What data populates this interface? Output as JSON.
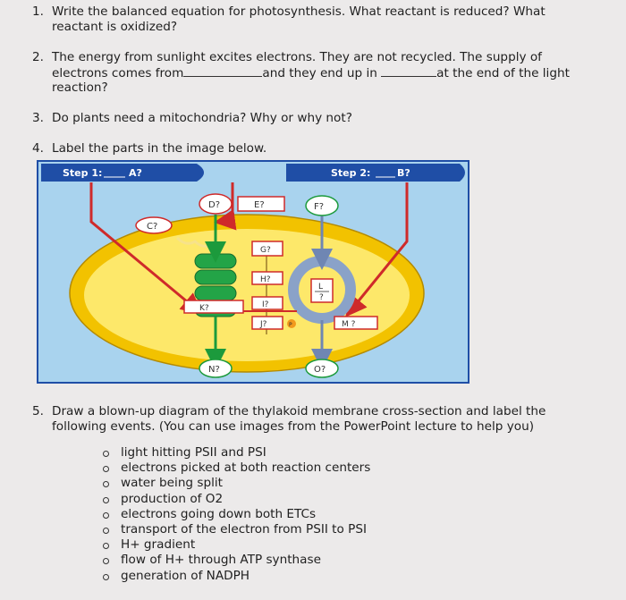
{
  "questions": {
    "q1": {
      "number": "1.",
      "line1": "Write the balanced equation for photosynthesis. What reactant is reduced? What",
      "line2": "reactant is oxidized?"
    },
    "q2": {
      "number": "2.",
      "line1": "The energy from sunlight excites electrons. They are not recycled. The supply of",
      "line2_a": "electrons comes from",
      "line2_b": "and they end up in",
      "line2_c": "at the end of the light",
      "line3": "reaction?"
    },
    "q3": {
      "number": "3.",
      "text": "Do plants need a mitochondria? Why or why not?"
    },
    "q4": {
      "number": "4.",
      "text": "Label the parts in the image below."
    },
    "q5": {
      "number": "5.",
      "line1": "Draw a blown-up diagram of the thylakoid membrane cross-section and label the",
      "line2": "following events. (You can use images from the PowerPoint lecture to help you)"
    }
  },
  "diagram": {
    "step1": "Step 1:",
    "step1_blank": "A?",
    "step2": "Step 2:",
    "step2_blank": "B?",
    "labels": {
      "c": "C?",
      "d": "D?",
      "e": "E?",
      "f": "F?",
      "g": "G?",
      "h": "H?",
      "i": "I?",
      "j": "J?",
      "k": "K?",
      "l_top": "L",
      "l_bottom": "?",
      "m": "M ?",
      "n": "N?",
      "o": "O?",
      "p": "P"
    },
    "colors": {
      "banner": "#1f4ea6",
      "frame_bg": "#a9d3ee",
      "chloroplast": "#f2c200",
      "stroma": "#fde86a",
      "thylakoid": "#23a447",
      "arrow_red": "#cf2a2a",
      "calvin_cycle": "#8aa2c8"
    }
  },
  "events": [
    "light hitting PSII and PSI",
    "electrons picked at both reaction centers",
    "water being split",
    "production of O2",
    "electrons going down both ETCs",
    "transport of the electron from PSII to PSI",
    "H+ gradient",
    "flow of H+ through ATP synthase",
    "generation of NADPH"
  ]
}
